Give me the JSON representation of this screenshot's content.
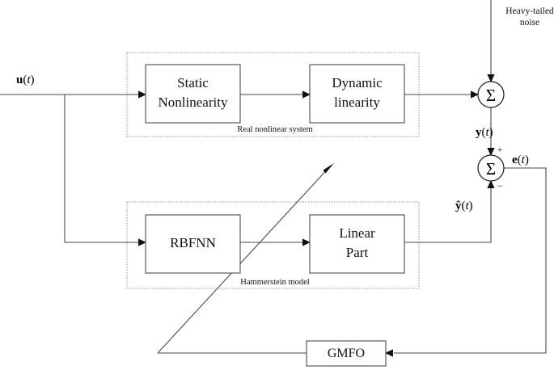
{
  "diagram": {
    "title": "Hammerstein model identification block diagram",
    "colors": {
      "line": "#4a4a4a",
      "dotted": "#8a8a8a",
      "text": "#111111",
      "background": "#ffffff"
    },
    "blocks": [
      {
        "id": "static-nonlinearity",
        "line1": "Static",
        "line2": "Nonlinearity"
      },
      {
        "id": "dynamic-linearity",
        "line1": "Dynamic",
        "line2": "linearity"
      },
      {
        "id": "rbfnn",
        "line1": "RBFNN",
        "line2": ""
      },
      {
        "id": "linear-part",
        "line1": "Linear",
        "line2": "Part"
      },
      {
        "id": "gmfo",
        "line1": "GMFO",
        "line2": ""
      }
    ],
    "groups": [
      {
        "id": "real-system-group",
        "label": "Real nonlinear system"
      },
      {
        "id": "hammerstein-group",
        "label": "Hammerstein model"
      }
    ],
    "summers": [
      {
        "id": "noise-summer",
        "glyph": "Σ",
        "signs": []
      },
      {
        "id": "error-summer",
        "glyph": "Σ",
        "signs": [
          "+",
          "−"
        ]
      }
    ],
    "signals": {
      "input": {
        "bold": "u",
        "paren_open": "(",
        "ital": "t",
        "paren_close": ")"
      },
      "system_output": {
        "bold": "y",
        "paren_open": "(",
        "ital": "t",
        "paren_close": ")"
      },
      "model_output": {
        "bold": "ŷ",
        "paren_open": "(",
        "ital": "t",
        "paren_close": ")"
      },
      "error": {
        "bold": "e",
        "paren_open": "(",
        "ital": "t",
        "paren_close": ")"
      }
    },
    "annotations": {
      "noise_line1": "Heavy-tailed",
      "noise_line2": "noise"
    },
    "sign_plus": "+",
    "sign_minus": "−"
  }
}
